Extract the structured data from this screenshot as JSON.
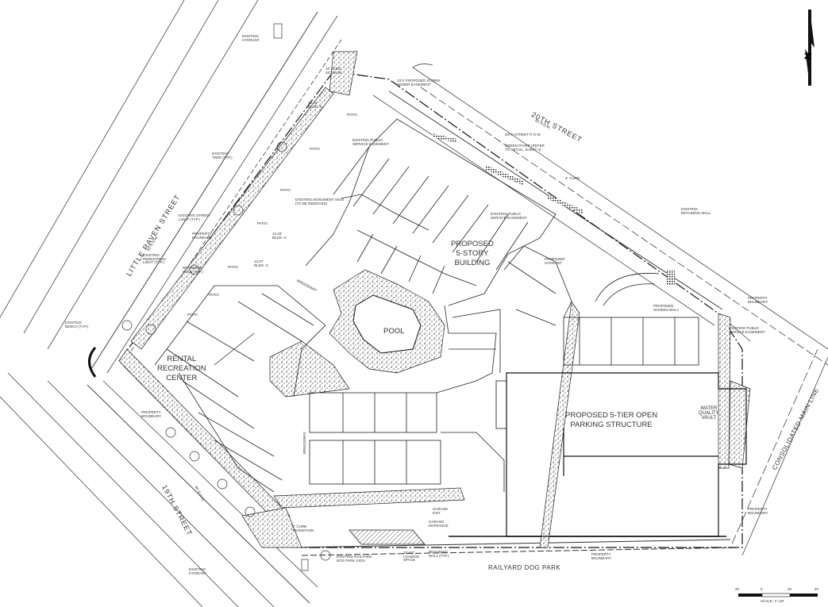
{
  "streets": {
    "little_raven": "LITTLE RAVEN STREET",
    "little_raven_row": "80' R.O.W.",
    "nineteenth": "19TH STREET",
    "nineteenth_row": "80' R.O.W.",
    "twentieth": "20TH STREET",
    "twentieth_row": "80' R.O.W.",
    "consolidated": "CONSOLIDATED MAIN LINE",
    "railyard_park": "RAILYARD DOG PARK"
  },
  "buildings": {
    "proposed_building": "PROPOSED\n5-STORY\nBUILDING",
    "parking": "PROPOSED 5-TIER OPEN\nPARKING STRUCTURE",
    "rental": "RENTAL\nRECREATION\nCENTER",
    "pool": "POOL",
    "water_vault": "WATER\nQUALITY\nVAULT",
    "breezeway_1": "BREEZEWAY",
    "breezeway_2": "BREEZEWAY"
  },
  "annotations": {
    "existing_hydrant_top": "EXISTING\nHYDRANT",
    "existing_hydrant_bottom": "EXISTING\nHYDRANT",
    "storm_easement": "13.5' PROPOSED STORM\nSEWER EASEMENT",
    "setback_10": "10' BLDG.\nSETBACK",
    "existing_tree": "EXISTING\nTREE (TYP.)",
    "existing_streetlight": "EXISTING STREET\nLIGHT (TYP.)",
    "property_boundary_left": "PROPERTY\nBOUNDARY",
    "ped_light": "EXISTING\nPEDESTRIAN\nLIGHT (TYP.)",
    "retaining_wall_left": "RETAINING\nWALL (TYP.)",
    "existing_bench": "EXISTING\nBENCH (TYP.)",
    "property_boundary_19": "PROPERTY\nBOUNDARY",
    "public_service_easement_1": "EXISTING PUBLIC\nSERVICE EASEMENT",
    "public_service_easement_2": "EXISTING PUBLIC\nSERVICE EASEMENT",
    "public_service_easement_3": "EXISTING PUBLIC\nSERVICE EASEMENT",
    "monument_sign": "EXISTING MONUMENT SIGN\n(TO BE REMOVED)",
    "row_20th": "20TH STREET R.O.W.",
    "green_paver": "GREEN PAVER (REFER\nTO RETAIL, SHEET 4)",
    "curb_4": "4\" CURB",
    "retaining_wall_right": "EXISTING\nRETAINING WALL",
    "proposed_hydrant": "PROPOSED\nHYDRANT",
    "proposed_screen_wall": "PROPOSED\nSCREEN WALL",
    "property_boundary_right": "PROPERTY\nBOUNDARY",
    "property_boundary_lower_right": "PROPERTY\nBOUNDARY",
    "property_boundary_bottom": "PROPERTY\nBOUNDARY",
    "curb_transition": "6\" CURB\nTRANSITION",
    "garage_exit": "GARAGE\nEXIT",
    "garage_entrance": "GARAGE\nENTRANCE",
    "loading_space": "20'x50'\nLOADING\nSPACE",
    "retaining_wall_bottom": "RETAINING\nWALL (TYP.)",
    "dog_park_sign": "EXISTING RAILYARD\nDOG PARK SIGN",
    "bldg_c_1": "13.44'\nBLDG.-C",
    "bldg_c_2": "13.33'\nBLDG.-C",
    "bldg_c_3": "13.07'\nBLDG.-C",
    "patio": "PATIO"
  },
  "scale": {
    "ticks": [
      "20",
      "0",
      "20",
      "40"
    ],
    "label": "SCALE: 1\"=20'"
  }
}
